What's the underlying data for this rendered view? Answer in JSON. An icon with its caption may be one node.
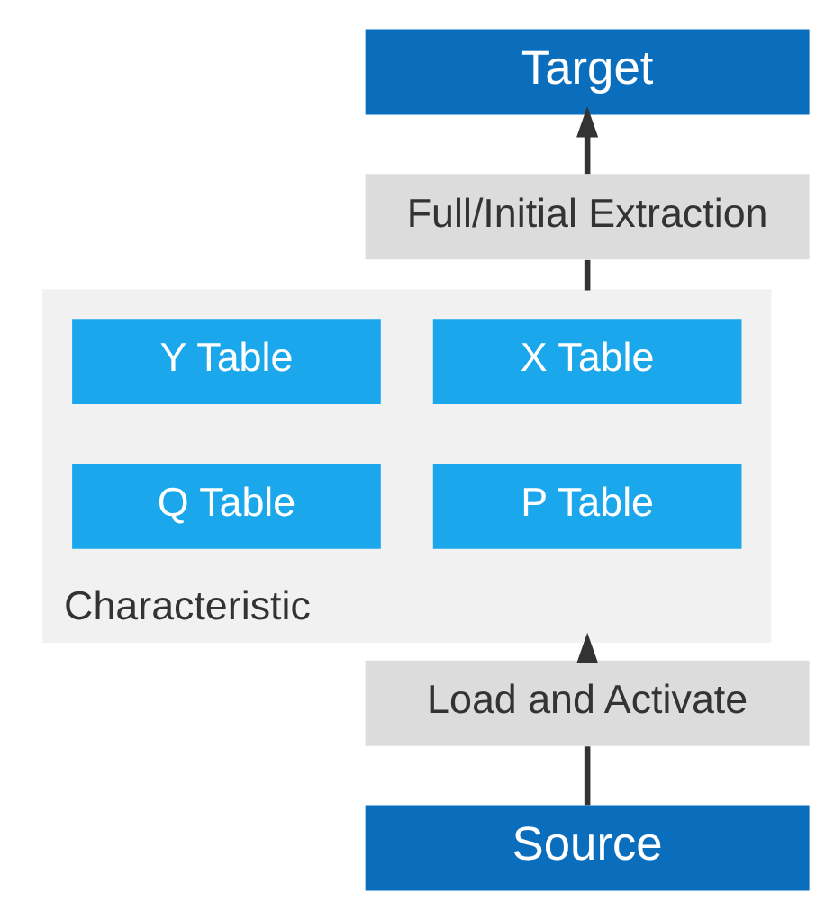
{
  "diagram": {
    "nodes": [
      {
        "text": [
          "Target"
        ]
      },
      {
        "text": [
          "Full/Initial Extraction"
        ]
      },
      {
        "text": [
          "Characteristic"
        ]
      },
      {
        "text": [
          "X Table"
        ],
        "in": 2
      },
      {
        "text": [
          "Y Table"
        ],
        "in": 2
      },
      {
        "text": [
          "P Table"
        ],
        "in": 2
      },
      {
        "text": [
          "Q Table"
        ],
        "in": 2
      },
      {
        "text": [
          "Load and Activate"
        ]
      },
      {
        "text": [
          "Source"
        ]
      }
    ],
    "edges": [
      {
        "from": 8,
        "to": 7,
        "arrow": "none"
      },
      {
        "from": 7,
        "to": 2,
        "arrow": "to"
      },
      {
        "from": 2,
        "to": 1,
        "arrow": "none"
      },
      {
        "from": 1,
        "to": 0,
        "arrow": "to"
      }
    ]
  }
}
